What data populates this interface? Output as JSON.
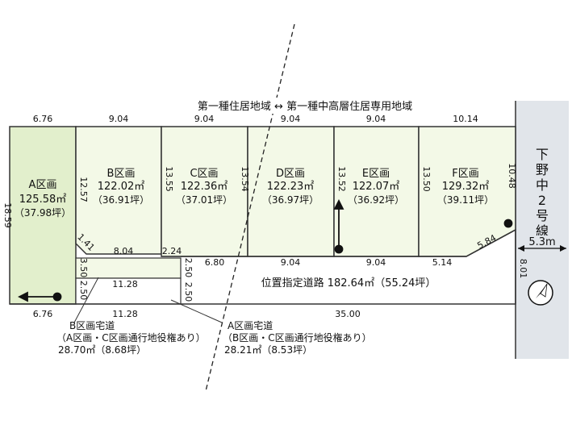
{
  "zone_label": "第一種住居地域 ↔ 第一種中高層住居専用地域",
  "road_label": "下野中2号線",
  "road_width": "5.3m",
  "lots": [
    {
      "name": "A区画",
      "area_m2": "125.58㎡",
      "area_tsubo": "（37.98坪）"
    },
    {
      "name": "B区画",
      "area_m2": "122.02㎡",
      "area_tsubo": "（36.91坪）"
    },
    {
      "name": "C区画",
      "area_m2": "122.36㎡",
      "area_tsubo": "（37.01坪）"
    },
    {
      "name": "D区画",
      "area_m2": "122.23㎡",
      "area_tsubo": "（36.97坪）"
    },
    {
      "name": "E区画",
      "area_m2": "122.07㎡",
      "area_tsubo": "（36.92坪）"
    },
    {
      "name": "F区画",
      "area_m2": "129.32㎡",
      "area_tsubo": "（39.11坪）"
    }
  ],
  "designated_road": "位置指定道路 182.64㎡（55.24坪）",
  "easement_b": {
    "title": "B区画宅道",
    "note": "（A区画・C区画通行地役権あり）",
    "area": "28.70㎡（8.68坪）"
  },
  "easement_a": {
    "title": "A区画宅道",
    "note": "（B区画・C区画通行地役権あり）",
    "area": "28.21㎡（8.53坪）"
  },
  "dims": {
    "top": [
      "6.76",
      "9.04",
      "9.04",
      "9.04",
      "9.04",
      "10.14"
    ],
    "left_side": "18.59",
    "right_side_top": "10.48",
    "right_side_bottom": "8.01",
    "lot_b_left": "12.57",
    "lot_c_left": "13.55",
    "lot_c_right": "13.54",
    "lot_e_left": "13.52",
    "lot_f_left": "13.50",
    "chamfer_b": "1.41",
    "b_bottom": "8.04",
    "c_step": "2.24",
    "road_top": [
      "6.80",
      "9.04",
      "9.04",
      "5.14"
    ],
    "corner_cut": "5.84",
    "drive_inner": "11.28",
    "bottom": [
      "6.76",
      "11.28",
      "35.00"
    ],
    "b_drive_w1": "3.50",
    "b_drive_w2": "2.50",
    "a_drive_w1": "2.50",
    "a_drive_w2": "2.50"
  }
}
